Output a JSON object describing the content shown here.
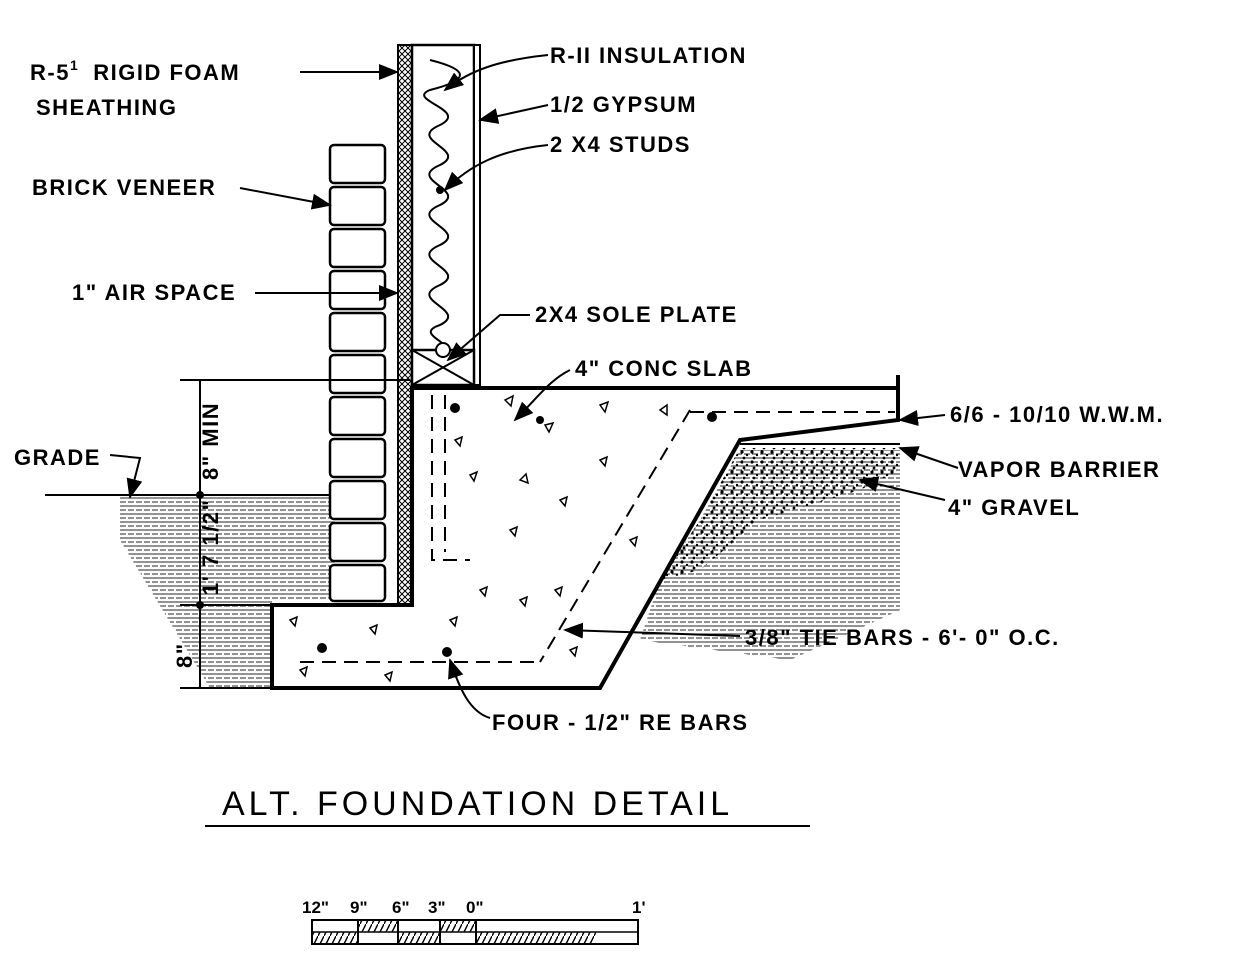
{
  "labels": {
    "rigid_foam_line1": "R-5",
    "rigid_foam_sup": "1",
    "rigid_foam_line1_rest": "RIGID FOAM",
    "rigid_foam_line2": "SHEATHING",
    "r11_insulation": "R-II INSULATION",
    "gypsum": "1/2 GYPSUM",
    "studs": "2 X4 STUDS",
    "brick_veneer": "BRICK VENEER",
    "air_space": "1\" AIR SPACE",
    "sole_plate": "2X4 SOLE PLATE",
    "conc_slab": "4\" CONC SLAB",
    "wwm": "6/6 - 10/10 W.W.M.",
    "vapor_barrier": "VAPOR BARRIER",
    "gravel": "4\" GRAVEL",
    "grade": "GRADE",
    "tie_bars": "3/8\" TIE BARS - 6'- 0\" O.C.",
    "rebars": "FOUR - 1/2\" RE BARS",
    "dim_8_min": "8\" MIN",
    "dim_1_7_12": "1' 7 1/2\"",
    "dim_8": "8\""
  },
  "title": "ALT. FOUNDATION DETAIL",
  "scale_bar": {
    "ticks": [
      "12\"",
      "9\"",
      "6\"",
      "3\"",
      "0\"",
      "1'"
    ]
  },
  "colors": {
    "ink": "#000000",
    "paper": "#ffffff"
  }
}
